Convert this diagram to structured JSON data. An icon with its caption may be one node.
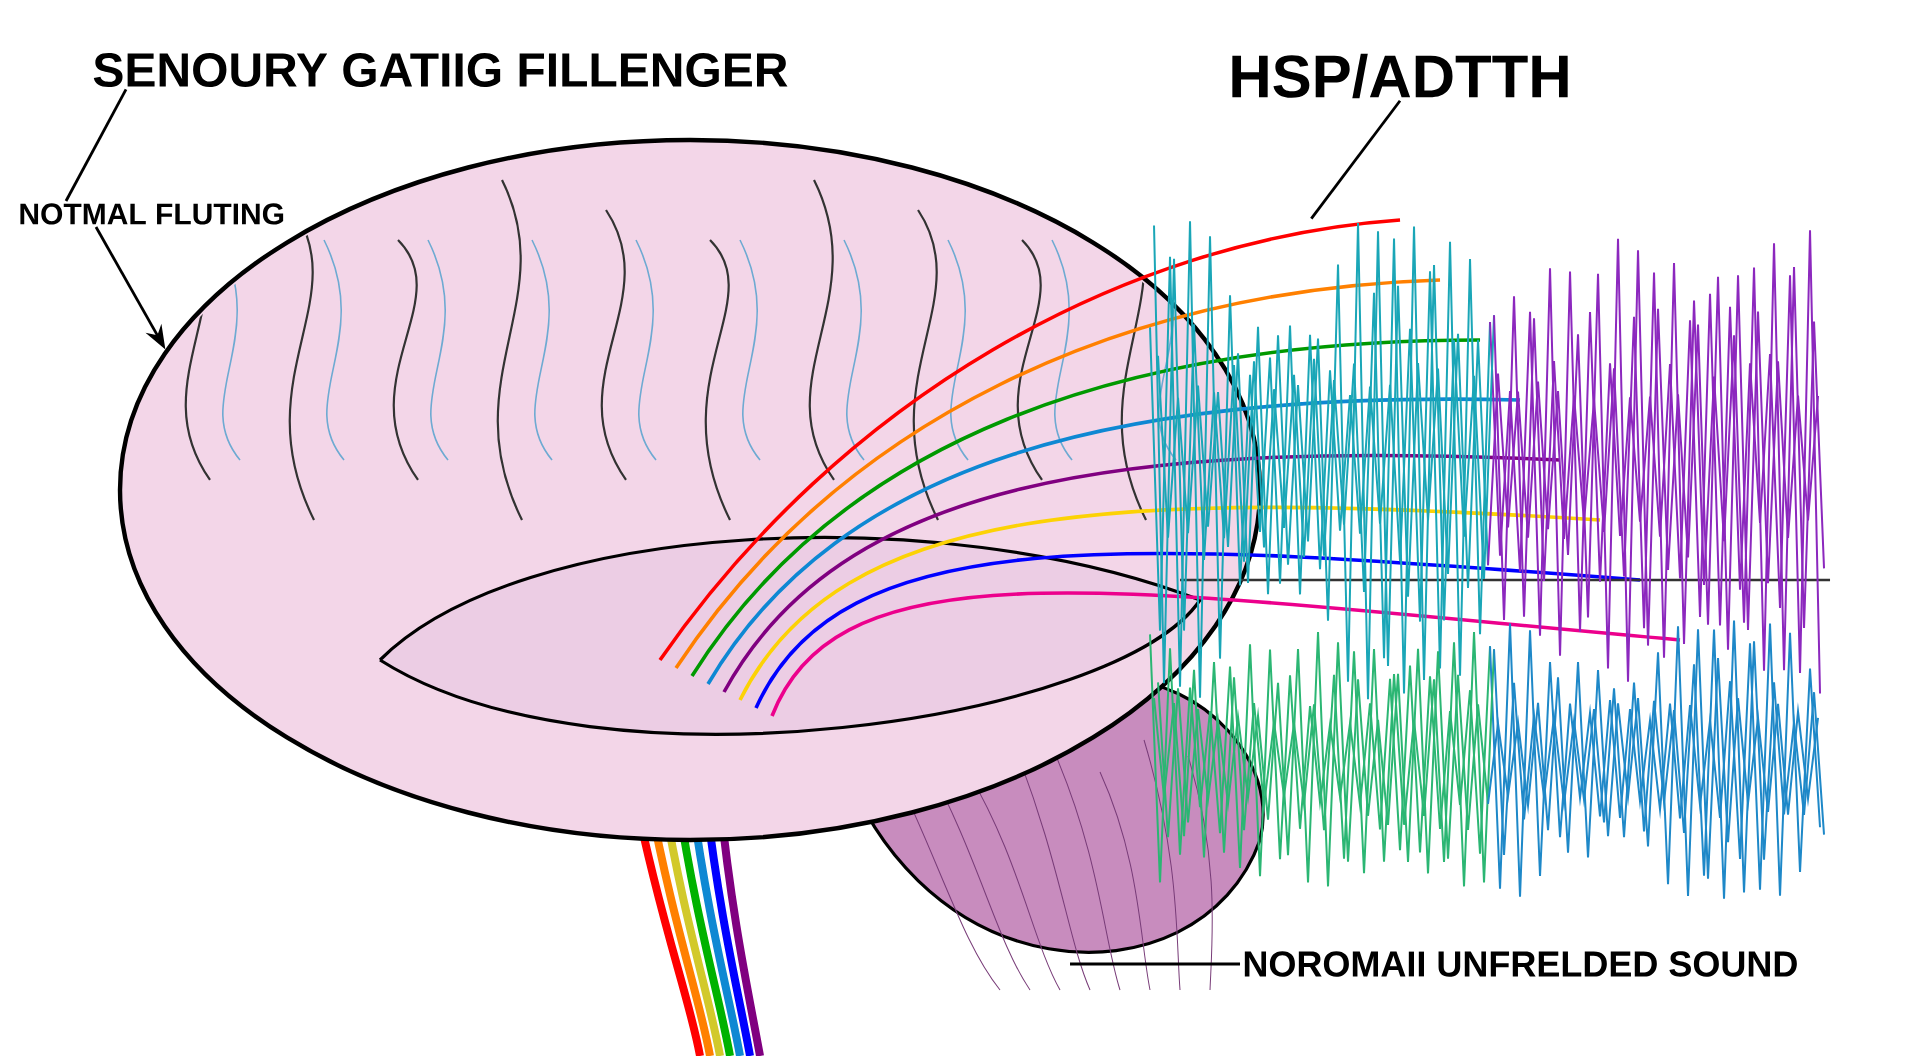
{
  "diagram": {
    "nodes": [
      {
        "text": [
          "SENOURY GATIIG FILLENGER"
        ]
      },
      {
        "text": [
          "NOTMAL FLUTING"
        ]
      },
      {
        "text": [],
        "shape": "picture"
      },
      {
        "text": [
          "HSP/ADTTH"
        ]
      },
      {
        "text": [],
        "shape": "picture"
      },
      {
        "text": [
          "NOROMAII UNFRELDED SOUND"
        ]
      }
    ],
    "edges": [
      {
        "from": 0,
        "to": 1,
        "arrow": "none"
      },
      {
        "from": 1,
        "to": 2,
        "arrow": "to"
      },
      {
        "from": 3,
        "to": 4,
        "arrow": "none"
      },
      {
        "from": 5,
        "to": 2,
        "arrow": "none"
      }
    ]
  }
}
